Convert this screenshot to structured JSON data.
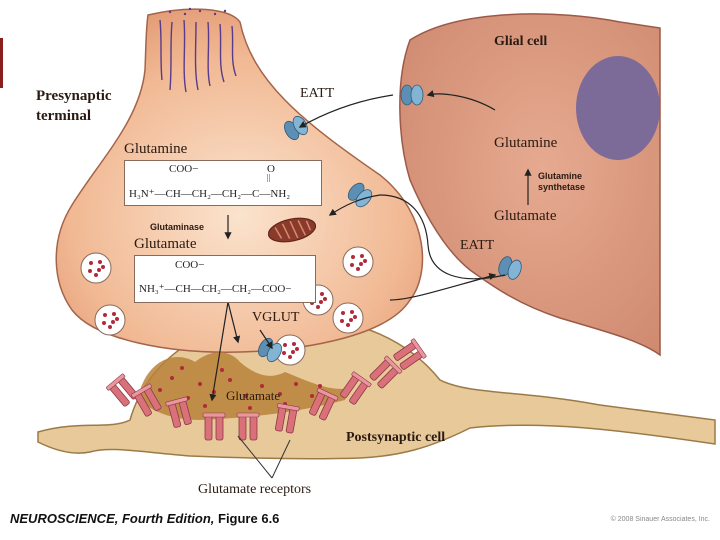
{
  "labels": {
    "presynaptic": "Presynaptic",
    "terminal": "terminal",
    "glial_cell": "Glial cell",
    "eatt_top": "EATT",
    "eatt_right": "EATT",
    "glutamine_left": "Glutamine",
    "glutamine_right": "Glutamine",
    "glutamine_synthetase_1": "Glutamine",
    "glutamine_synthetase_2": "synthetase",
    "glutamate_right": "Glutamate",
    "glutaminase": "Glutaminase",
    "glutamate_left": "Glutamate",
    "vglut": "VGLUT",
    "glutamate_cleft": "Glutamate",
    "postsynaptic": "Postsynaptic cell",
    "glutamate_receptors": "Glutamate receptors"
  },
  "structures": {
    "glutamine": {
      "coo": "COO−",
      "o": "O",
      "dbl": "||",
      "row": "H₃N⁺—CH—CH₂—CH₂—C—NH₂"
    },
    "glutamate": {
      "coo": "COO−",
      "row": "NH₃⁺—CH—CH₂—CH₂—COO−"
    }
  },
  "caption": {
    "title": "NEUROSCIENCE, Fourth Edition,",
    "figure": " Figure 6.6"
  },
  "copyright": "© 2008 Sinauer Associates, Inc.",
  "colors": {
    "presynaptic_fill": "#f1b994",
    "presynaptic_edge": "#a4644a",
    "glial_fill": "#d9967c",
    "glial_edge": "#9b5a48",
    "nucleus": "#7c6a98",
    "postsynaptic_fill": "#e8c99a",
    "postsynaptic_edge": "#9c7a48",
    "cleft": "#b8833a",
    "transporter": "#5d8fb5",
    "receptor": "#d9707a",
    "vesicle_dot": "#b22a3a",
    "mitochondrion": "#8a3a2a"
  }
}
